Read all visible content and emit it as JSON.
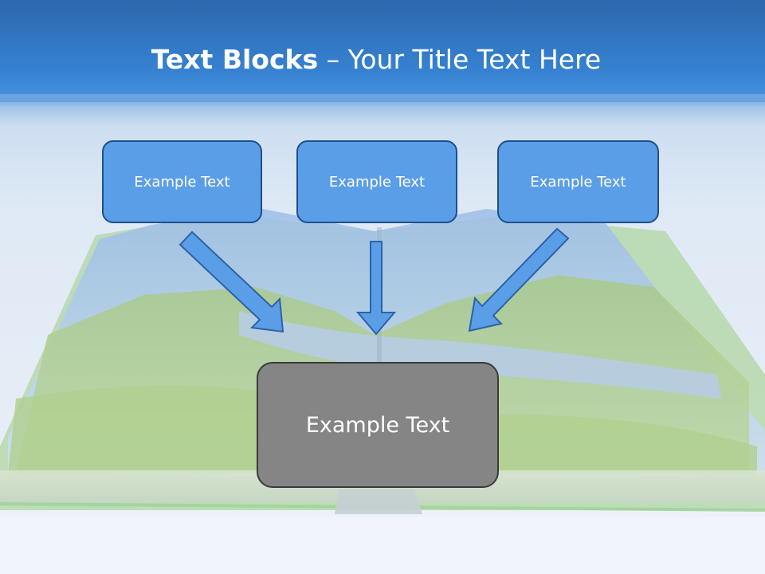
{
  "slide": {
    "title_bold": "Text Blocks",
    "title_rest": " – Your Title Text Here",
    "boxes": [
      {
        "label": "Example Text"
      },
      {
        "label": "Example Text"
      },
      {
        "label": "Example Text"
      }
    ],
    "main_box": {
      "label": "Example Text"
    }
  },
  "colors": {
    "title_band": "#3682d2",
    "box_fill": "#5b9ee8",
    "box_border": "#1d4f8f",
    "main_box_fill": "#858585",
    "arrow_fill": "#5b9ee8",
    "arrow_stroke": "#2d62a8"
  }
}
